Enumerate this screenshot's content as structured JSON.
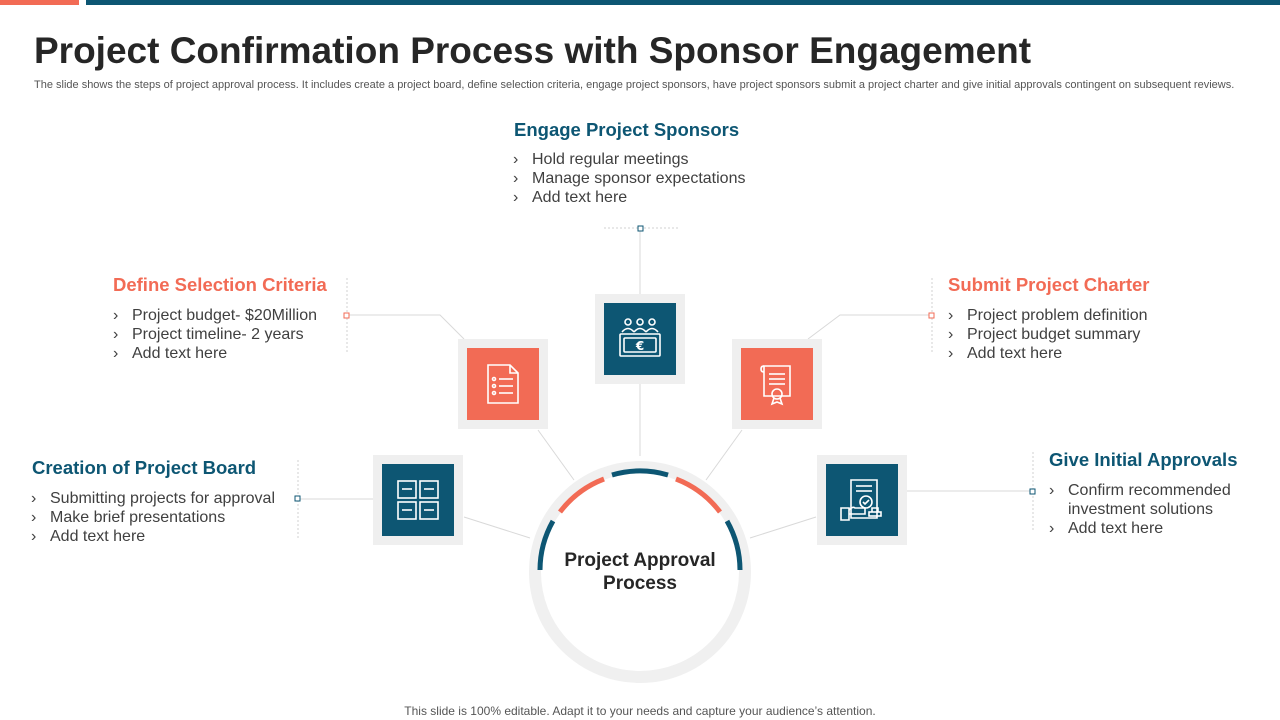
{
  "header": {
    "title": "Project Confirmation Process with Sponsor Engagement",
    "subtitle": "The slide shows the steps of project approval process. It includes create a project board, define selection criteria, engage project sponsors, have project sponsors submit a project charter and give initial approvals contingent on subsequent reviews."
  },
  "center": {
    "label": "Project Approval Process"
  },
  "steps": [
    {
      "title": "Creation of Project Board",
      "icon": "board-grid-icon",
      "color": "#0d5673",
      "bullets": [
        "Submitting projects for approval",
        "Make brief presentations",
        "Add text here"
      ]
    },
    {
      "title": "Define Selection Criteria",
      "icon": "checklist-document-icon",
      "color": "#f26b55",
      "bullets": [
        "Project budget- $20Million",
        "Project timeline- 2 years",
        "Add text here"
      ]
    },
    {
      "title": "Engage Project Sponsors",
      "icon": "sponsors-money-icon",
      "color": "#0d5673",
      "bullets": [
        "Hold regular meetings",
        "Manage sponsor expectations",
        "Add text here"
      ]
    },
    {
      "title": "Submit Project Charter",
      "icon": "certificate-scroll-icon",
      "color": "#f26b55",
      "bullets": [
        "Project problem definition",
        "Project budget summary",
        "Add text here"
      ]
    },
    {
      "title": "Give Initial Approvals",
      "icon": "approval-stamp-icon",
      "color": "#0d5673",
      "bullets": [
        "Confirm recommended investment solutions",
        "Add text here"
      ]
    }
  ],
  "footer": {
    "text": "This slide is 100% editable. Adapt it to your needs and capture your audience’s attention."
  },
  "colors": {
    "teal": "#0d5673",
    "coral": "#f26b55",
    "light_gray": "#efefef"
  }
}
